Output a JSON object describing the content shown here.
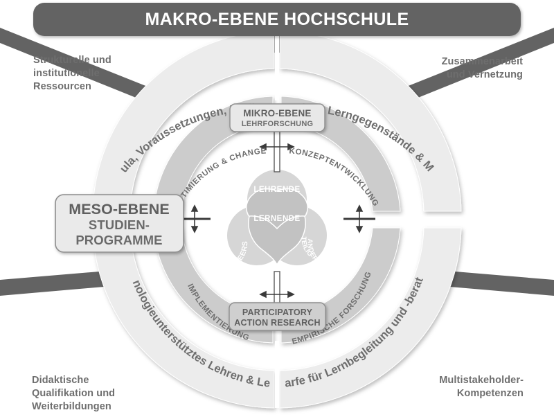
{
  "diagram": {
    "title_bar": {
      "label": "MAKRO-EBENE HOCHSCHULE"
    },
    "meso_box": {
      "line1": "MESO-EBENE",
      "line2": "STUDIEN-",
      "line3": "PROGRAMME"
    },
    "mikro_box": {
      "line1": "MIKRO-EBENE",
      "line2": "LEHRFORSCHUNG"
    },
    "par_box": {
      "line1": "PARTICIPATORY",
      "line2": "ACTION RESEARCH"
    },
    "corner_labels": {
      "top_left": "Strukturelle und\ninstitutionelle\nRessourcen",
      "top_right": "Zusammenarbeit\nund Vernetzung",
      "bottom_left": "Didaktische\nQualifikation und\nWeiterbildungen",
      "bottom_right": "Multistakeholder-\nKompetenzen"
    },
    "outer_ring": [
      {
        "id": "outer-top-left",
        "label": "Curricula, Voraussetzungen, Bedingungen"
      },
      {
        "id": "outer-top-right",
        "label": "Lehr-/Lernziele, Lerngegenstände & Methoden"
      },
      {
        "id": "outer-bottom-left",
        "label": "Technologieunterstütztes Lehren & Lernen"
      },
      {
        "id": "outer-bottom-right",
        "label": "Bedarfe für Lernbegleitung und -beratung"
      }
    ],
    "inner_ring": [
      {
        "id": "inner-top-left",
        "label": "OPTIMIERUNG & CHANGE"
      },
      {
        "id": "inner-top-right",
        "label": "KONZEPTENTWICKLUNG"
      },
      {
        "id": "inner-bottom-left",
        "label": "IMPLEMENTIERUNG"
      },
      {
        "id": "inner-bottom-right",
        "label": "EMPIRISCHE FORSCHUNG"
      }
    ],
    "venn": {
      "top": "LEHRENDE",
      "center": "LERNENDE",
      "bottom_left": "PEERS",
      "bottom_right_line1": "ANDERE",
      "bottom_right_line2": "BETEILIGTE"
    },
    "colors": {
      "dark_gray": "#636363",
      "text_gray": "#6e6e6e",
      "outer_ring_fill": "#ececec",
      "inner_ring_fill": "#cccccc",
      "venn_fill": "#d6d6d6",
      "venn_center_fill": "#c2c2c2",
      "box_fill": "#e8e8e8",
      "white": "#ffffff"
    }
  }
}
